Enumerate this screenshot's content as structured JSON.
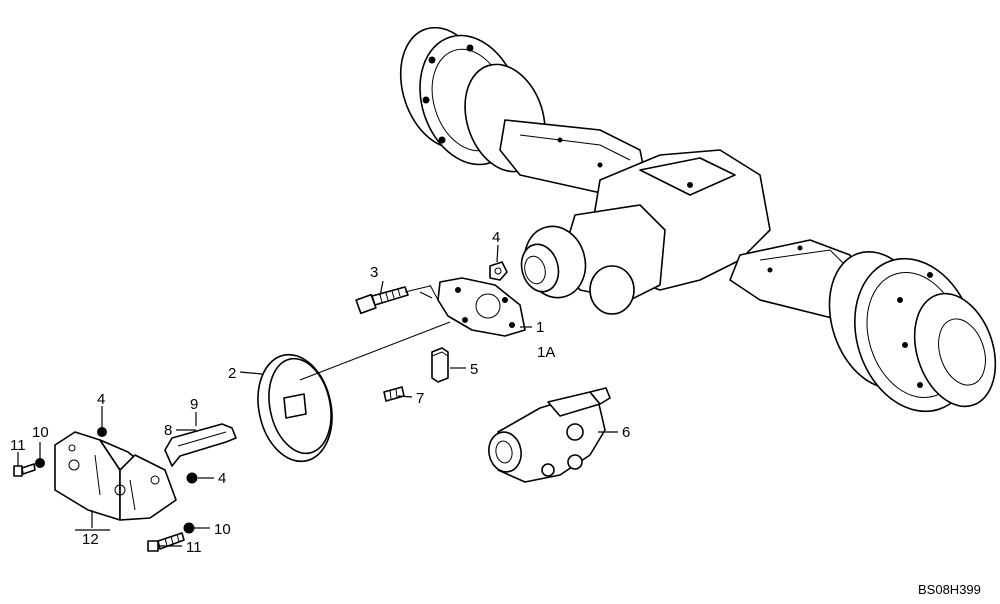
{
  "callouts": {
    "c1": "1",
    "c1a": "1A",
    "c2": "2",
    "c3": "3",
    "c4_top": "4",
    "c4_left": "4",
    "c4_mid": "4",
    "c5": "5",
    "c6": "6",
    "c7": "7",
    "c8": "8",
    "c9": "9",
    "c10_left": "10",
    "c10_bottom": "10",
    "c11_left": "11",
    "c11_bottom": "11",
    "c12": "12"
  },
  "drawing_code": "BS08H399"
}
